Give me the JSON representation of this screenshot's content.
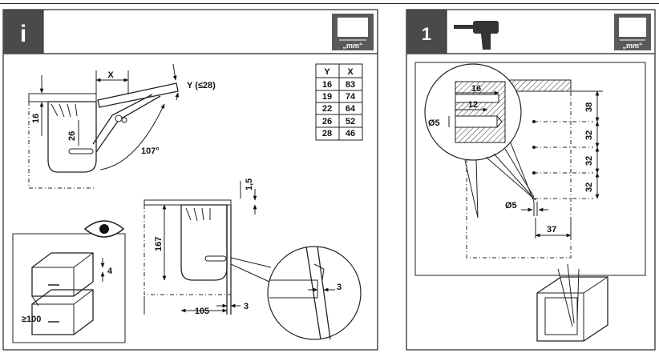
{
  "left_panel": {
    "badge": "i",
    "unit_icon_label": "„mm“",
    "labels": {
      "x": "X",
      "y_limit": "Y (≤28)",
      "dim_16": "16",
      "dim_26": "26",
      "angle": "107°",
      "dim_1_5": "1,5",
      "dim_167": "167",
      "dim_105": "105",
      "dim_3_bottom": "3",
      "dim_3_detail": "3",
      "dim_4": "4",
      "dim_100": "≥100"
    },
    "table": {
      "headers": [
        "Y",
        "X"
      ],
      "rows": [
        [
          "16",
          "83"
        ],
        [
          "19",
          "74"
        ],
        [
          "22",
          "64"
        ],
        [
          "26",
          "52"
        ],
        [
          "28",
          "46"
        ]
      ]
    }
  },
  "right_panel": {
    "badge": "1",
    "tool_icon": "drill-icon",
    "unit_icon_label": "„mm“",
    "labels": {
      "dim_16": "16",
      "dim_12": "12",
      "dia_5_top": "Ø5",
      "dia_5_bottom": "Ø5",
      "dim_38": "38",
      "dim_32_a": "32",
      "dim_32_b": "32",
      "dim_32_c": "32",
      "dim_37": "37"
    }
  }
}
